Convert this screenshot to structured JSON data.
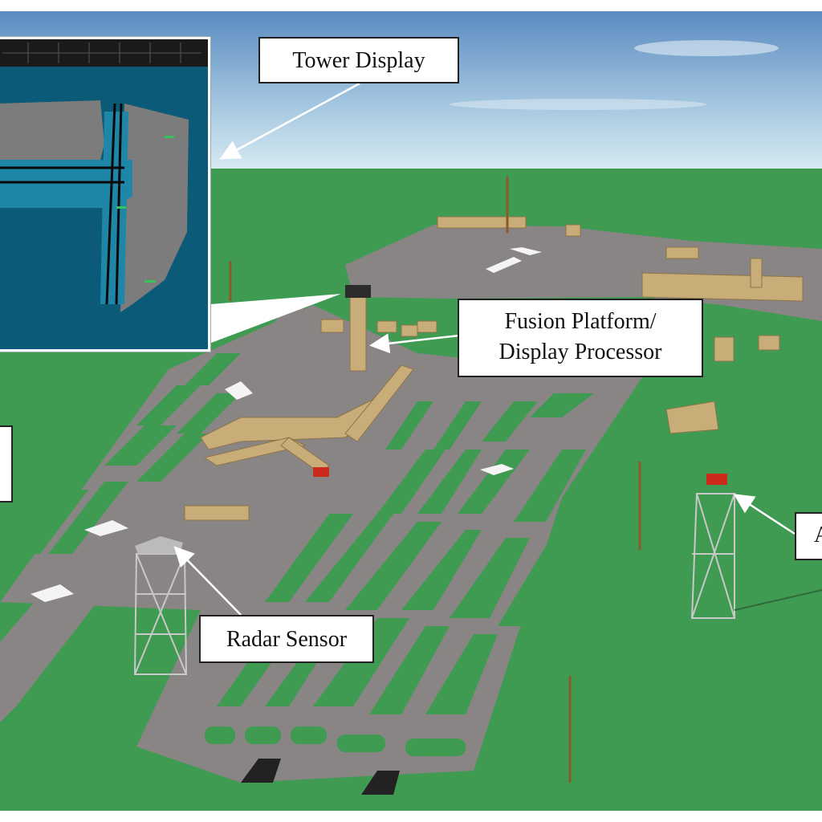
{
  "labels": {
    "tower_display": "Tower Display",
    "fusion_line1": "Fusion Platform/",
    "fusion_line2": "Display Processor",
    "radar_sensor": "Radar Sensor",
    "right_cut": "A"
  },
  "colors": {
    "grass": "#3f9a52",
    "pavement": "#8a8585",
    "sky_top": "#5d8cc1",
    "sky_bottom": "#cfe4ee",
    "building": "#c9ad79",
    "display_bg": "#0b5a78",
    "display_blue": "#1e87a8",
    "display_gray": "#7c7c7c"
  }
}
